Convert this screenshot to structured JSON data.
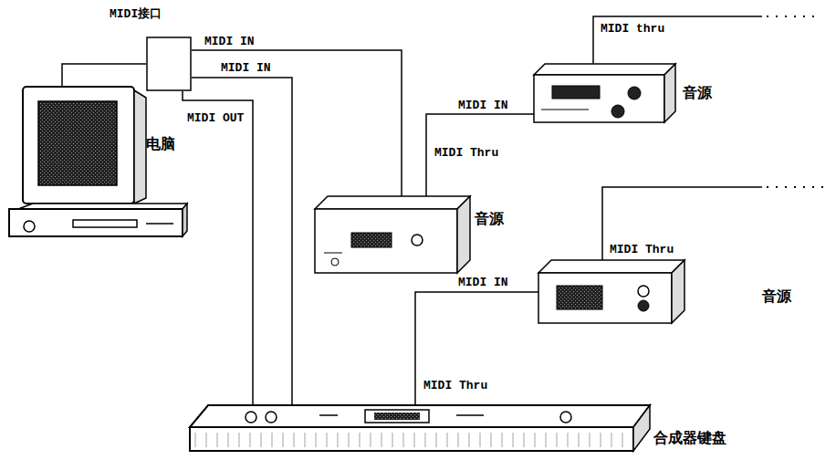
{
  "diagram": {
    "nodes": [
      {
        "text": [
          "MIDI接口"
        ]
      },
      {
        "text": [
          "电脑"
        ]
      },
      {
        "text": [
          "音源"
        ]
      },
      {
        "text": [
          "音源"
        ]
      },
      {
        "text": [
          "音源"
        ]
      },
      {
        "text": [
          "合成器键盘"
        ]
      }
    ],
    "edges": [
      {
        "from": 1,
        "to": 0,
        "arrow": "none"
      },
      {
        "from": 0,
        "to": 2,
        "arrow": "none",
        "label": "MIDI IN"
      },
      {
        "from": 0,
        "to": 5,
        "arrow": "none",
        "label": "MIDI IN"
      },
      {
        "from": 0,
        "to": 5,
        "arrow": "none",
        "label": "MIDI OUT"
      },
      {
        "from": 2,
        "to": 3,
        "arrow": "none",
        "label": "MIDI Thru"
      },
      {
        "from": 5,
        "to": 4,
        "arrow": "none",
        "label": "MIDI Thru"
      }
    ],
    "labels": [
      "MIDI IN",
      "MIDI IN",
      "MIDI thru",
      "MIDI Thru"
    ]
  }
}
